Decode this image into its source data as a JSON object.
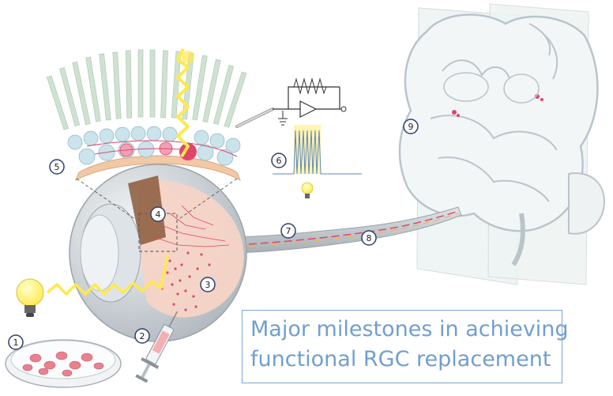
{
  "caption": {
    "line1": "Major milestones in achieving",
    "line2": "functional RGC replacement"
  },
  "markers": [
    "1",
    "2",
    "3",
    "4",
    "5",
    "6",
    "7",
    "8",
    "9"
  ],
  "colors": {
    "caption_text": "#6f9fd0",
    "caption_border": "#7aa6d6",
    "cell_pink": "#e0466d",
    "light_yellow": "#ffe94d",
    "eye_gray": "#c9ced3",
    "retina_tint": "#f6d4c6",
    "brain_outline": "#b9c4cc"
  },
  "icons": [
    "light-bulb-icon",
    "petri-dish-icon",
    "syringe-icon",
    "electrode-icon",
    "brain-section-icon"
  ]
}
